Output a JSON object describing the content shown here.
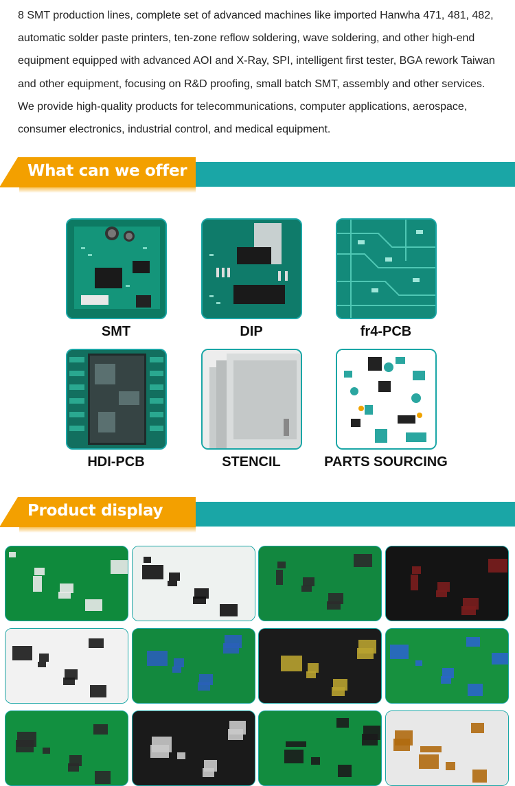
{
  "intro": {
    "lines": [
      "8 SMT production lines, complete set of advanced machines like imported Hanwha 471, 481, 482,",
      "automatic solder paste printers, ten-zone reflow soldering, wave soldering, and other high-end",
      "equipment equipped with advanced AOI and X-Ray, SPI, intelligent first tester, BGA rework Taiwan",
      "and other equipment, focusing on R&D proofing, small batch SMT, assembly and other services.",
      "We provide high-quality products for telecommunications, computer applications, aerospace,",
      "consumer electronics, industrial control, and medical equipment."
    ]
  },
  "offer_section": {
    "title": "What can we offer",
    "items": [
      {
        "label": "SMT",
        "icon": "smt-board-photo"
      },
      {
        "label": "DIP",
        "icon": "dip-board-photo"
      },
      {
        "label": "fr4-PCB",
        "icon": "fr4-pcb-photo"
      },
      {
        "label": "HDI-PCB",
        "icon": "hdi-pcb-photo"
      },
      {
        "label": "STENCIL",
        "icon": "stencil-photo"
      },
      {
        "label": "PARTS SOURCING",
        "icon": "parts-photo"
      }
    ]
  },
  "product_section": {
    "title": "Product display",
    "items": [
      "product-photo-1",
      "product-photo-2",
      "product-photo-3",
      "product-photo-4",
      "product-photo-5",
      "product-photo-6",
      "product-photo-7",
      "product-photo-8",
      "product-photo-9",
      "product-photo-10",
      "product-photo-11",
      "product-photo-12"
    ]
  },
  "colors": {
    "teal": "#1aa6a6",
    "orange": "#f3a000",
    "pcb_green": "#129a43",
    "pcb_dark": "#0c5f57"
  }
}
